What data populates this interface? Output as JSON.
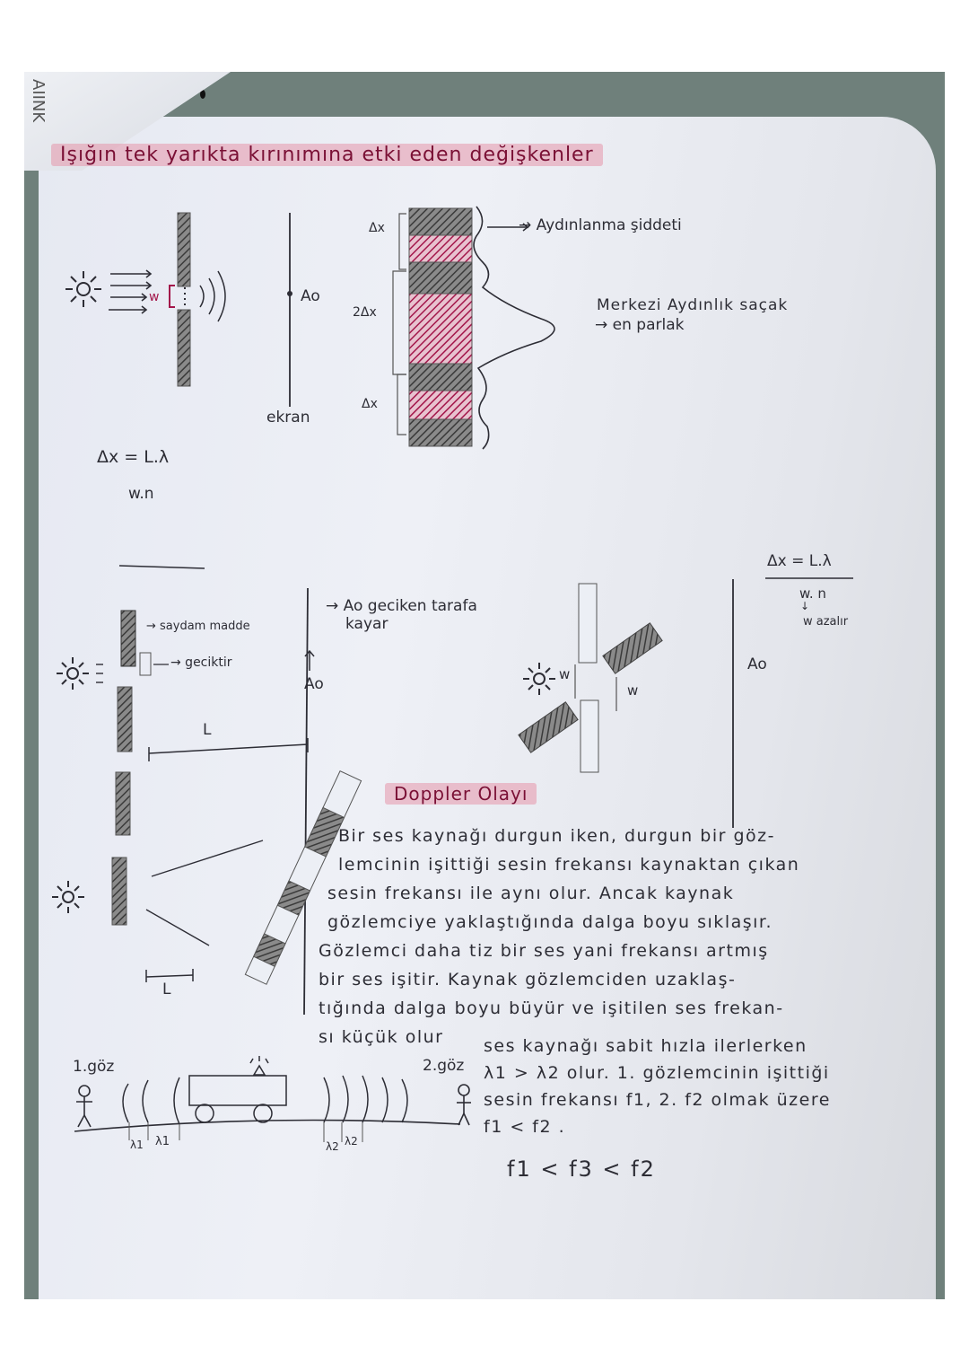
{
  "page": {
    "type": "handwritten physics notes (photo)",
    "corner_scrap_text": "AIINK",
    "colors": {
      "paper": "#e9ecf3",
      "background_surface": "#6f807b",
      "ink": "#2d2d35",
      "highlighter": "#e696aa",
      "highlight_text": "#7a1035",
      "hatch_dark": "#4a4a4a",
      "hatch_red": "#a3164a"
    }
  },
  "section1": {
    "title": "Işığın tek yarıkta kırınımına etki eden değişkenler",
    "diagram1": {
      "slit_label": "w",
      "screen_point": "Ao",
      "screen_label": "ekran"
    },
    "intensity_pattern": {
      "delta_x_top": "Δx",
      "delta_x_center": "2Δx",
      "delta_x_bottom": "Δx",
      "label_intensity": "→ Aydınlanma şiddeti",
      "label_central": "Merkezi Aydınlık saçak",
      "label_central_sub": "→ en parlak"
    },
    "formula": {
      "numerator": "Δx = L.λ",
      "denominator": "w.n"
    }
  },
  "section2": {
    "transparent_label": "→ saydam madde",
    "delay_label": "→ geciktir",
    "shift_label_line1": "→ Ao geciken tarafa",
    "shift_label_line2": "kayar",
    "shift_arrow": "↑",
    "screen_point": "Ao",
    "distance_label_top": "L",
    "distance_label_bottom": "L"
  },
  "section3": {
    "slit_label_left": "w",
    "slit_label_right": "w",
    "screen_point": "Ao",
    "formula_numerator": "Δx = L.λ",
    "formula_denominator": "w. n",
    "formula_arrow": "↓",
    "formula_note": "w azalır"
  },
  "doppler": {
    "title": "Doppler Olayı",
    "paragraph_lines": [
      "Bir ses kaynağı durgun iken, durgun bir göz-",
      "lemcinin işittiği sesin frekansı kaynaktan çıkan",
      "sesin frekansı ile aynı olur. Ancak kaynak",
      "gözlemciye yaklaştığında dalga boyu sıklaşır.",
      "Gözlemci daha tiz bir ses yani frekansı artmış",
      "bir ses işitir. Kaynak gözlemciden uzaklaş-",
      "tığında dalga boyu büyür ve işitilen ses frekan-",
      "sı küçük olur"
    ],
    "diagram": {
      "observer1": "1.göz",
      "observer2": "2.göz",
      "lambda1_a": "λ1",
      "lambda1_b": "λ1",
      "lambda2_a": "λ2",
      "lambda2_b": "λ2"
    },
    "explanation_lines": [
      "ses kaynağı sabit hızla ilerlerken",
      "λ1 > λ2 olur. 1. gözlemcinin işittiği",
      "sesin frekansı f1, 2. f2 olmak üzere",
      "f1 < f2 ."
    ],
    "inequality": "f1 < f3 < f2"
  }
}
